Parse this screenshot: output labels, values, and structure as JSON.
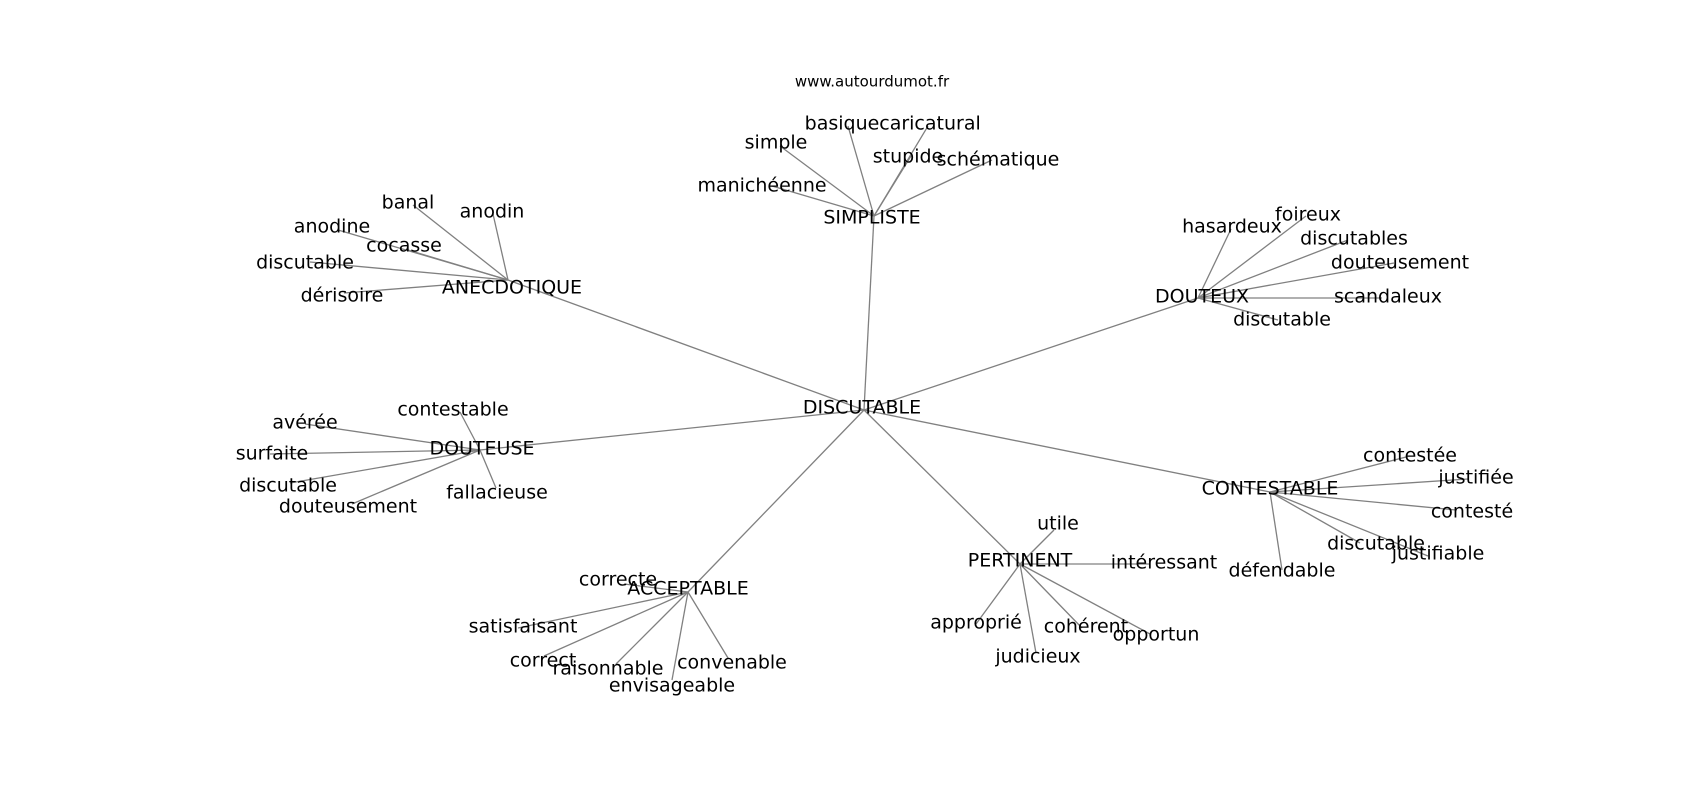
{
  "source": "www.autourdumot.fr",
  "center": "DISCUTABLE",
  "clusters": [
    {
      "label": "SIMPLISTE",
      "words": [
        "basique",
        "caricatural",
        "simple",
        "stupide",
        "schématique",
        "manichéenne"
      ]
    },
    {
      "label": "ANECDOTIQUE",
      "words": [
        "banal",
        "anodin",
        "anodine",
        "cocasse",
        "discutable",
        "dérisoire"
      ]
    },
    {
      "label": "DOUTEUX",
      "words": [
        "foireux",
        "hasardeux",
        "discutables",
        "douteusement",
        "scandaleux",
        "discutable"
      ]
    },
    {
      "label": "DOUTEUSE",
      "words": [
        "contestable",
        "avérée",
        "surfaite",
        "discutable",
        "douteusement",
        "fallacieuse"
      ]
    },
    {
      "label": "CONTESTABLE",
      "words": [
        "contestée",
        "justifiée",
        "contesté",
        "discutable",
        "justifiable",
        "défendable"
      ]
    },
    {
      "label": "PERTINENT",
      "words": [
        "utile",
        "intéressant",
        "approprié",
        "cohérent",
        "opportun",
        "judicieux"
      ]
    },
    {
      "label": "ACCEPTABLE",
      "words": [
        "correcte",
        "satisfaisant",
        "correct",
        "raisonnable",
        "convenable",
        "envisageable"
      ]
    }
  ]
}
